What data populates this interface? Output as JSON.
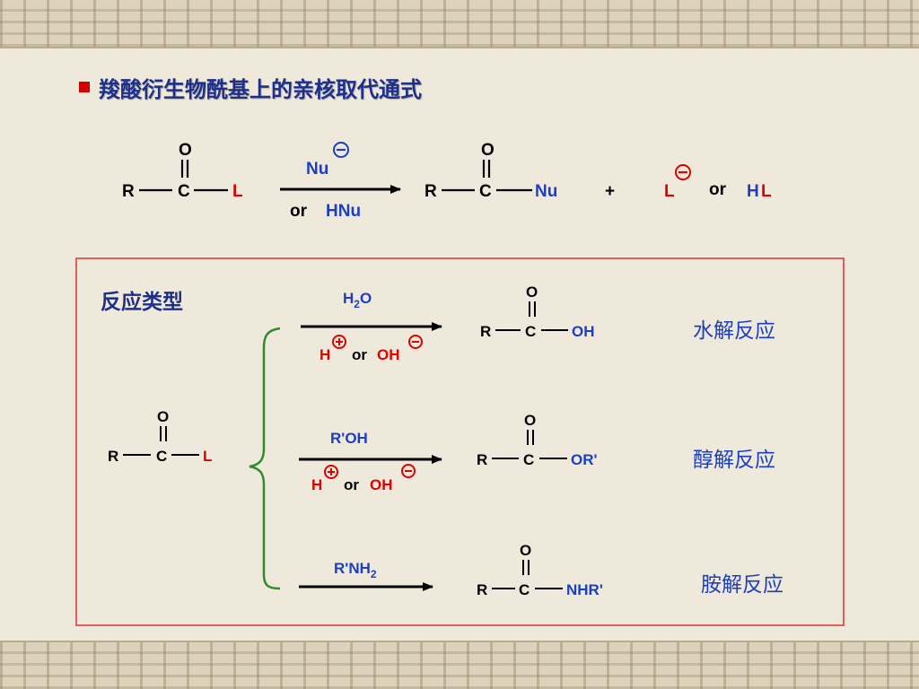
{
  "title": "羧酸衍生物酰基上的亲核取代通式",
  "top_equation": {
    "reactant": {
      "R": "R",
      "C": "C",
      "O": "O",
      "L": "L"
    },
    "reagent_nu": "Nu",
    "reagent_or": "or",
    "reagent_hnu": "HNu",
    "product": {
      "R": "R",
      "C": "C",
      "O": "O",
      "Nu": "Nu"
    },
    "plus": "+",
    "leaving": "L",
    "or": "or",
    "hl_h": "H",
    "hl_l": "L"
  },
  "box": {
    "label": "反应类型",
    "start": {
      "R": "R",
      "C": "C",
      "O": "O",
      "L": "L"
    },
    "reactions": [
      {
        "reagent_main": "H",
        "reagent_sub": "2",
        "reagent_tail": "O",
        "cond_h": "H",
        "cond_or": "or",
        "cond_oh": "OH",
        "product": {
          "R": "R",
          "C": "C",
          "O": "O",
          "G": "OH"
        },
        "name": "水解反应"
      },
      {
        "reagent_main": "R'OH",
        "cond_h": "H",
        "cond_or": "or",
        "cond_oh": "OH",
        "product": {
          "R": "R",
          "C": "C",
          "O": "O",
          "G": "OR'"
        },
        "name": "醇解反应"
      },
      {
        "reagent_main": "R'NH",
        "reagent_sub": "2",
        "product": {
          "R": "R",
          "C": "C",
          "O": "O",
          "G": "NHR'"
        },
        "name": "胺解反应"
      }
    ]
  },
  "colors": {
    "blue": "#1d3fbf",
    "red": "#e00000",
    "black": "#000000",
    "brace": "#2e8b2e",
    "box": "#e03030"
  }
}
